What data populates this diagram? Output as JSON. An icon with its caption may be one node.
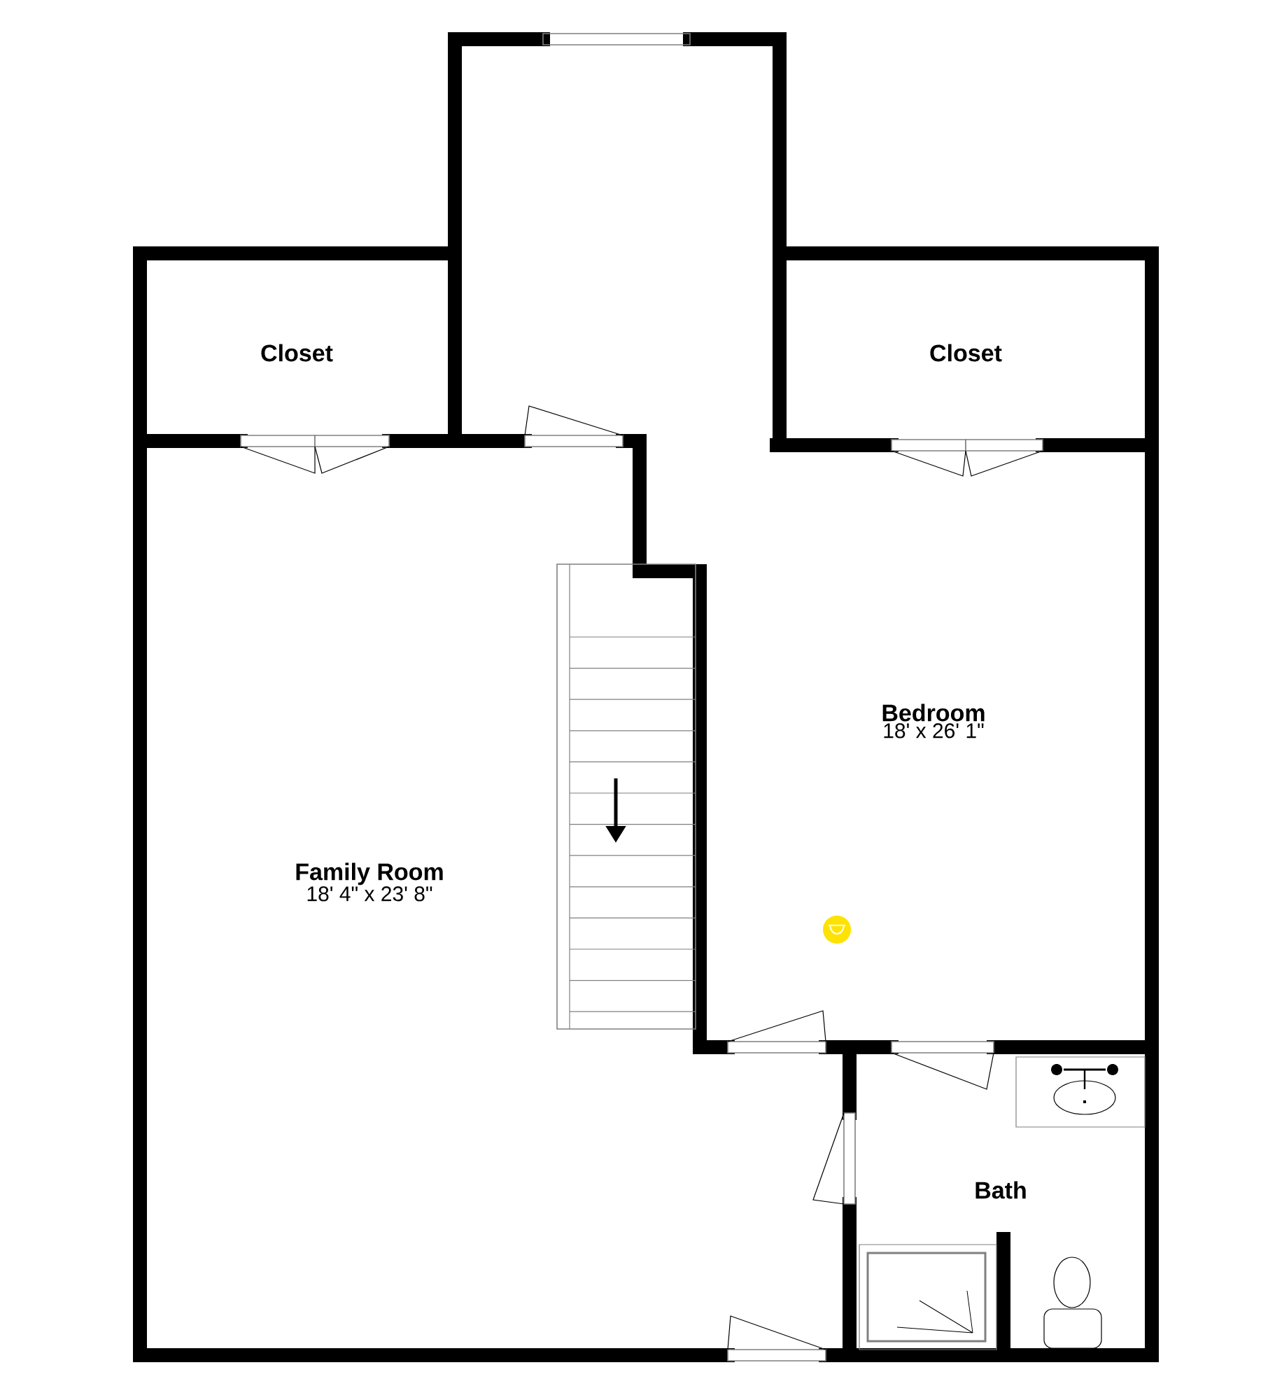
{
  "diagram": {
    "nodes": [
      {
        "text": [
          "Closet"
        ]
      },
      {
        "text": [
          "Closet"
        ]
      },
      {
        "text": [
          "Bedroom",
          "18' x 26' 1\""
        ]
      },
      {
        "text": [
          "Family Room",
          "18' 4\" x 23' 8\""
        ]
      },
      {
        "text": [
          "Bath"
        ]
      }
    ]
  }
}
